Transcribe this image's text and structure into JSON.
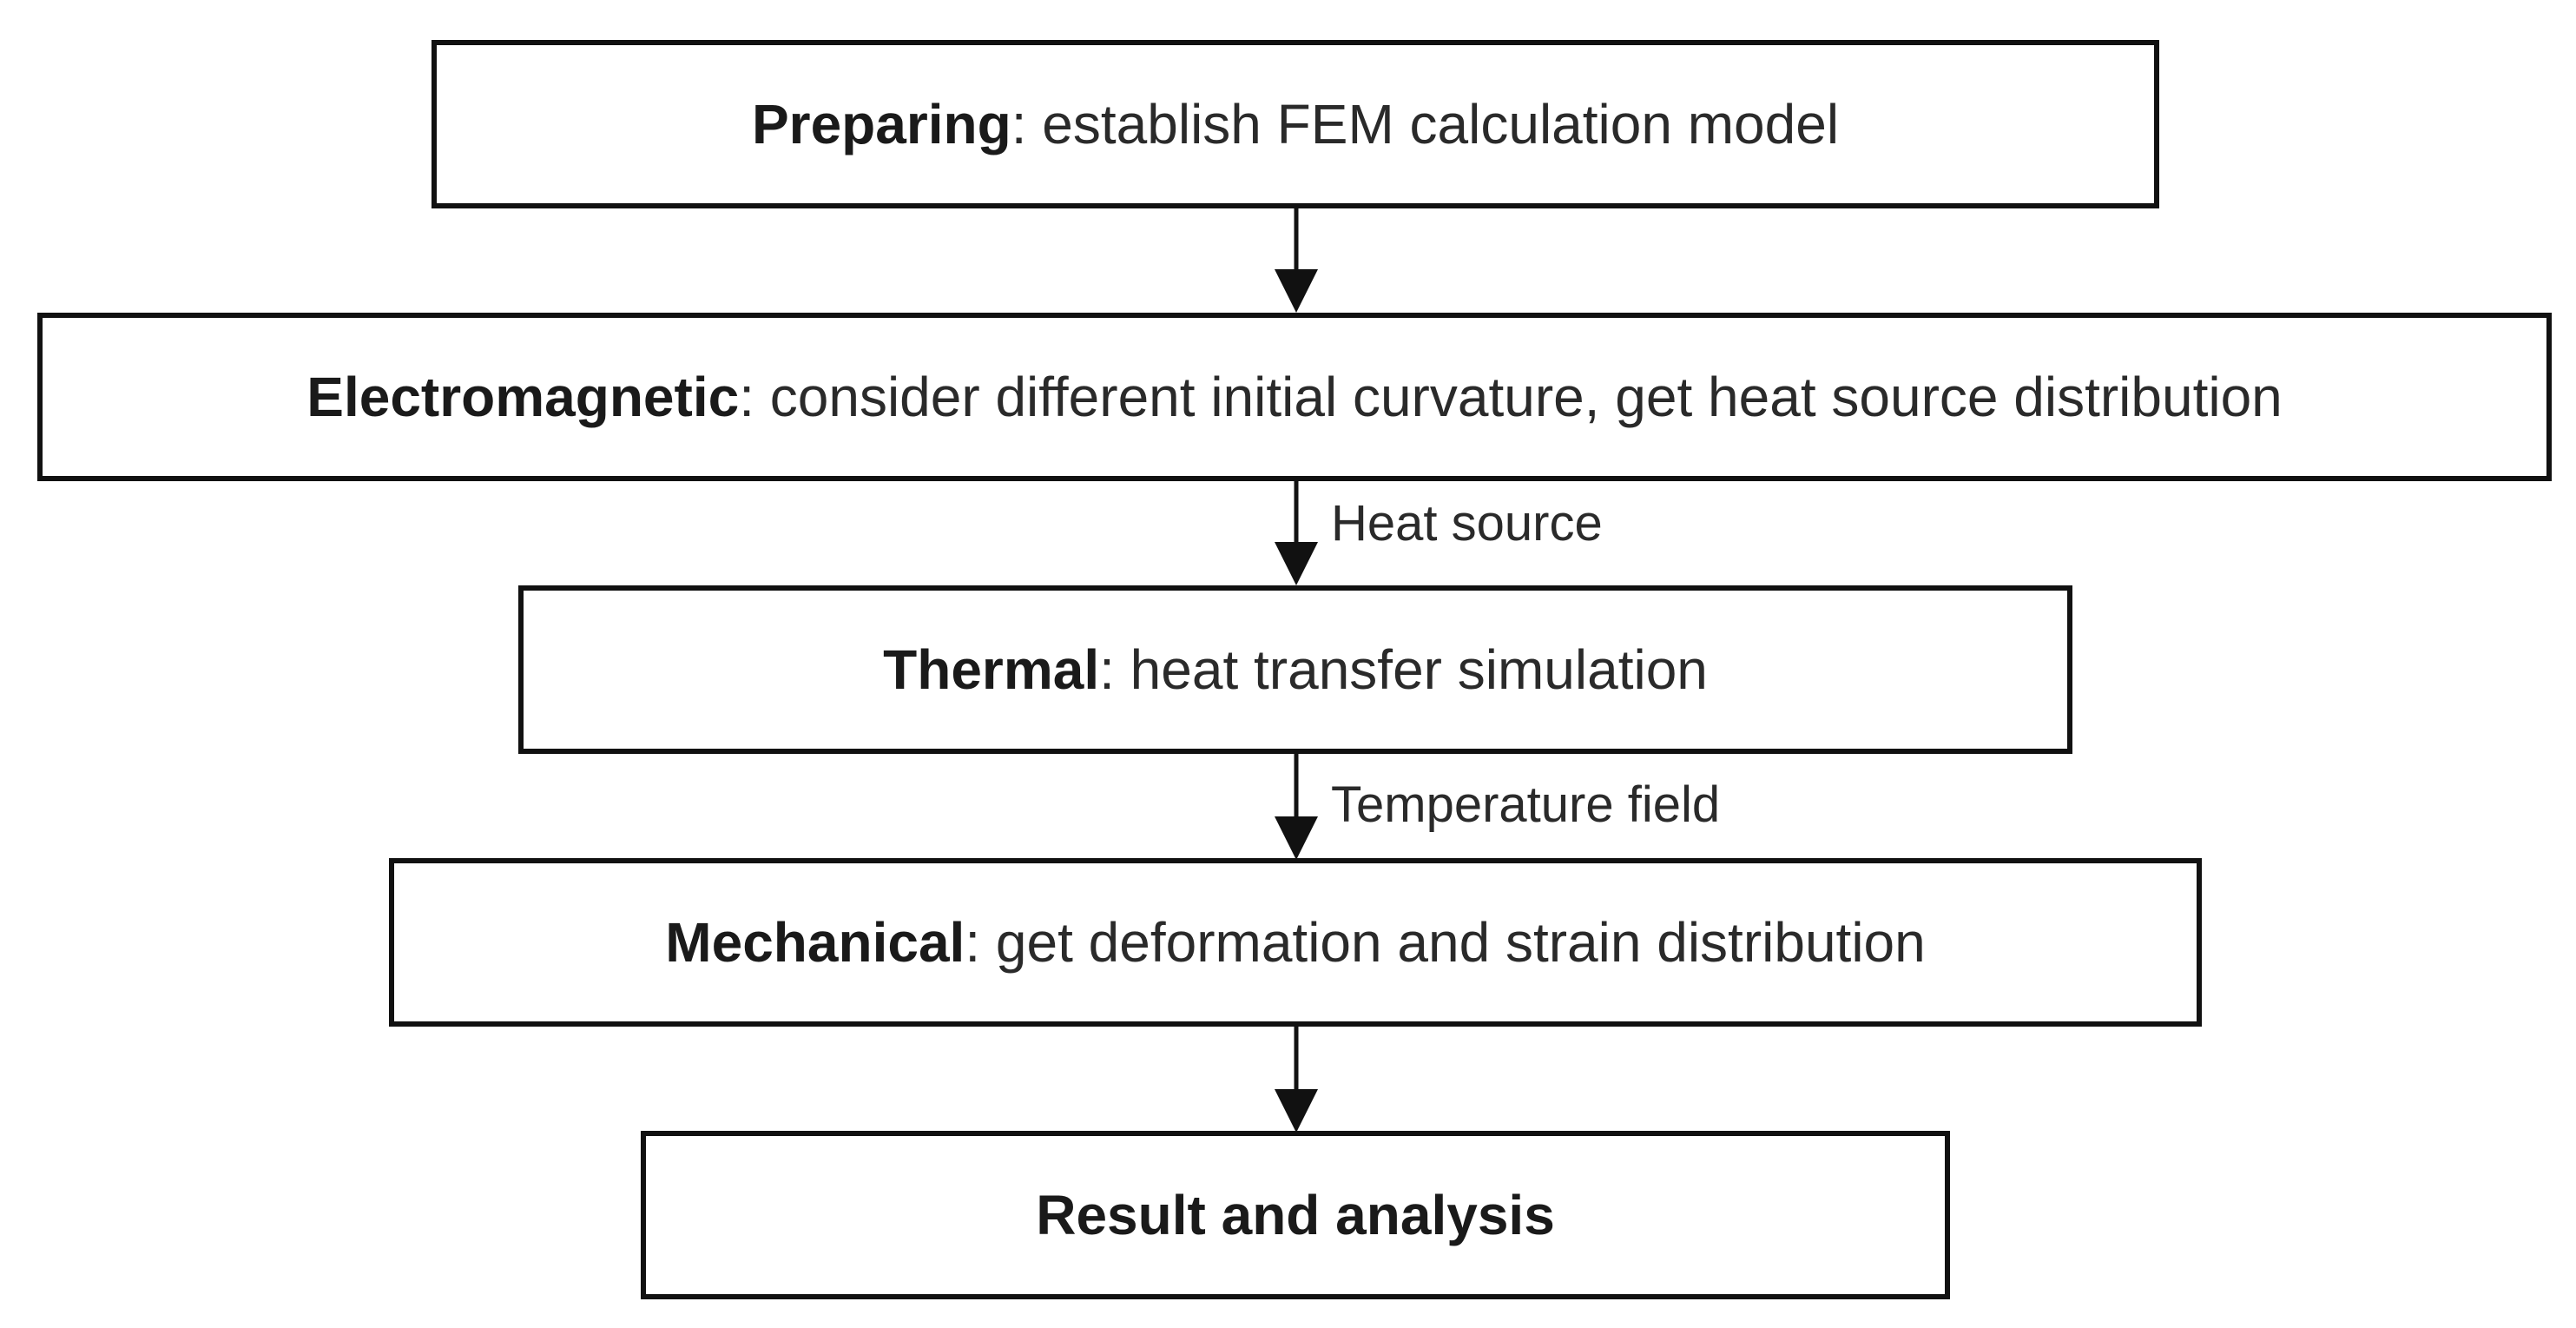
{
  "steps": [
    {
      "head": "Preparing",
      "rest": ": establish FEM calculation model"
    },
    {
      "head": "Electromagnetic",
      "rest": ": consider different initial curvature, get heat source distribution"
    },
    {
      "head": "Thermal",
      "rest": ": heat transfer simulation"
    },
    {
      "head": "Mechanical",
      "rest": ": get deformation and strain distribution"
    },
    {
      "head": "Result and analysis",
      "rest": ""
    }
  ],
  "edges": [
    {
      "label": ""
    },
    {
      "label": "Heat source"
    },
    {
      "label": "Temperature field"
    },
    {
      "label": ""
    }
  ]
}
